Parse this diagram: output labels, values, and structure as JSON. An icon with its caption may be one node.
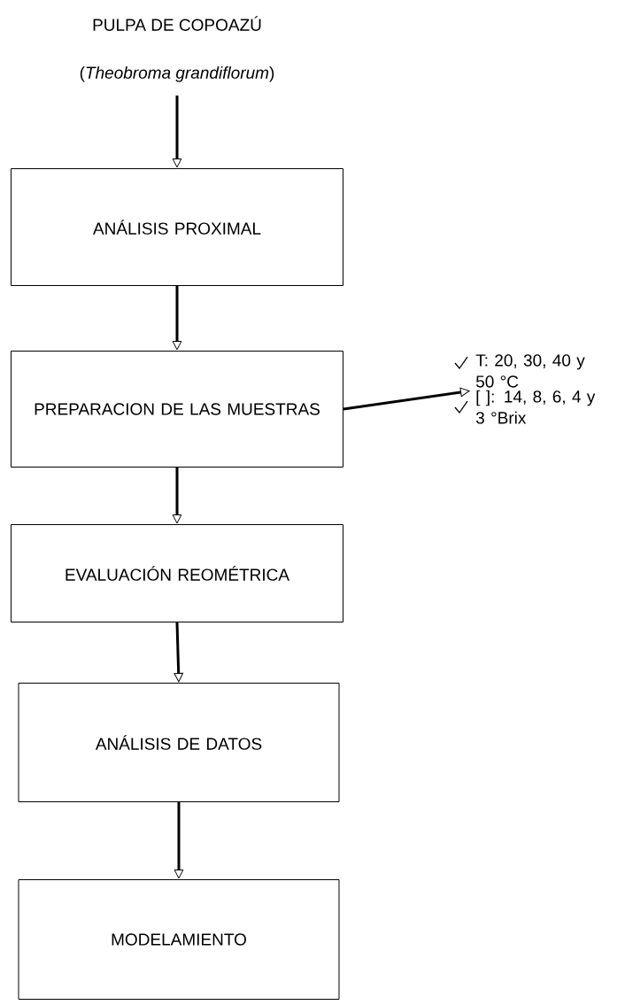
{
  "diagram": {
    "nodes": [
      {
        "text": [
          "PULPA DE COPOAZÚ",
          "(*Theobroma grandiflorum*)"
        ]
      },
      {
        "text": [
          "ANÁLISIS PROXIMAL"
        ]
      },
      {
        "text": [
          "PREPARACION DE LAS MUESTRAS"
        ]
      },
      {
        "text": [
          "T: 20, 30, 40 y 50 °C",
          "[ ]: 14, 8, 6, 4 y 3 °Brix"
        ]
      },
      {
        "text": [
          "EVALUACIÓN REOMÉTRICA"
        ]
      },
      {
        "text": [
          "ANÁLISIS DE DATOS"
        ]
      },
      {
        "text": [
          "MODELAMIENTO"
        ]
      }
    ],
    "edges": [
      {
        "from": 0,
        "to": 1,
        "arrow": "to"
      },
      {
        "from": 1,
        "to": 2,
        "arrow": "to"
      },
      {
        "from": 2,
        "to": 3,
        "arrow": "to"
      },
      {
        "from": 2,
        "to": 4,
        "arrow": "to"
      },
      {
        "from": 4,
        "to": 5,
        "arrow": "to"
      },
      {
        "from": 5,
        "to": 6,
        "arrow": "to"
      }
    ]
  }
}
